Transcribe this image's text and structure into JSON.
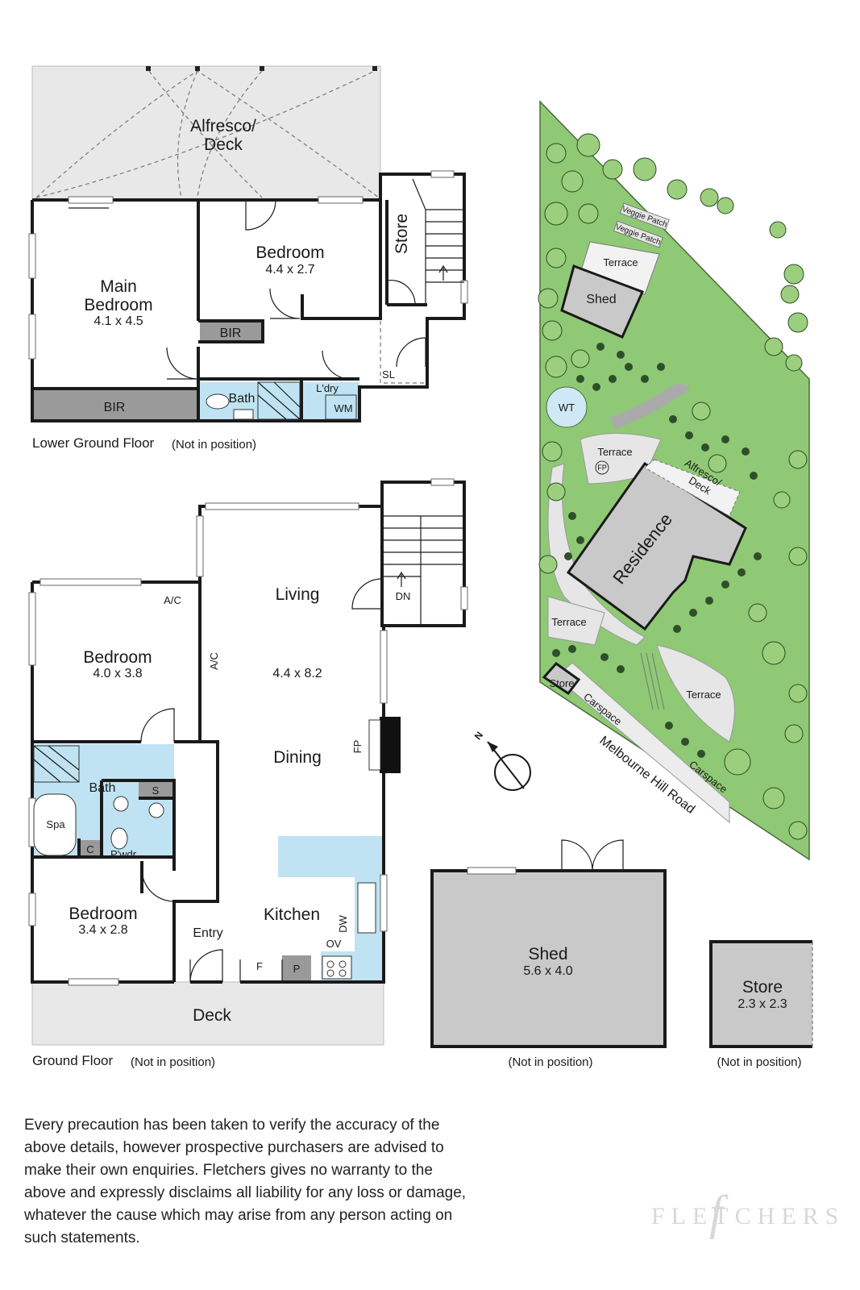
{
  "lower_ground": {
    "caption": "Lower Ground Floor",
    "caption_note": "(Not in position)",
    "alfresco_line1": "Alfresco/",
    "alfresco_line2": "Deck",
    "bedroom_label": "Bedroom",
    "bedroom_dim": "4.4 x 2.7",
    "main_bedroom_line1": "Main",
    "main_bedroom_line2": "Bedroom",
    "main_bedroom_dim": "4.1 x 4.5",
    "store_label": "Store",
    "bir_label": "BIR",
    "bir2_label": "BIR",
    "bath_label": "Bath",
    "laundry_label": "L'dry",
    "wm_label": "WM",
    "sl_label": "SL"
  },
  "ground": {
    "caption": "Ground Floor",
    "caption_note": "(Not in position)",
    "living_label": "Living",
    "living_dim": "4.4 x 8.2",
    "dining_label": "Dining",
    "dn_label": "DN",
    "ac_label": "A/C",
    "ac2_label": "A/C",
    "fp_label": "FP",
    "bedroom1_label": "Bedroom",
    "bedroom1_dim": "4.0 x 3.8",
    "bedroom2_label": "Bedroom",
    "bedroom2_dim": "3.4 x 2.8",
    "bath_label": "Bath",
    "spa_label": "Spa",
    "s_label": "S",
    "c_label": "C",
    "powder_label": "P'wdr",
    "kitchen_label": "Kitchen",
    "dw_label": "DW",
    "ov_label": "OV",
    "f_label": "F",
    "p_label": "P",
    "entry_label": "Entry",
    "deck_label": "Deck"
  },
  "site": {
    "veggie1": "Veggie Patch",
    "veggie2": "Veggie Patch",
    "terrace_top": "Terrace",
    "shed_label": "Shed",
    "wt_label": "WT",
    "terrace_mid": "Terrace",
    "fp_label": "FP",
    "alfresco_line1": "Alfresco/",
    "alfresco_line2": "Deck",
    "residence_label": "Residence",
    "terrace_left": "Terrace",
    "store_label": "Store",
    "terrace_right": "Terrace",
    "carspace1": "Carspace",
    "carspace2": "Carspace",
    "road_label": "Melbourne Hill Road",
    "north_label": "N"
  },
  "shed": {
    "label": "Shed",
    "dim": "5.6 x 4.0",
    "note": "(Not in position)"
  },
  "store": {
    "label": "Store",
    "dim": "2.3 x 2.3",
    "note": "(Not in position)"
  },
  "disclaimer": "Every precaution has been taken to verify the accuracy of the above details, however prospective purchasers are advised to make their own enquiries. Fletchers gives no warranty to the above and expressly disclaims all liability for any loss or damage, whatever the cause which may arise from any person acting on such statements.",
  "watermark": "FLETCHERS",
  "watermark_mark": "f",
  "colors": {
    "wet_area": "#bfe3f2",
    "built_in": "#9a9a9a",
    "alfresco": "#e8e8e8",
    "lawn": "#8fc975",
    "residence": "#c9c9c9"
  }
}
